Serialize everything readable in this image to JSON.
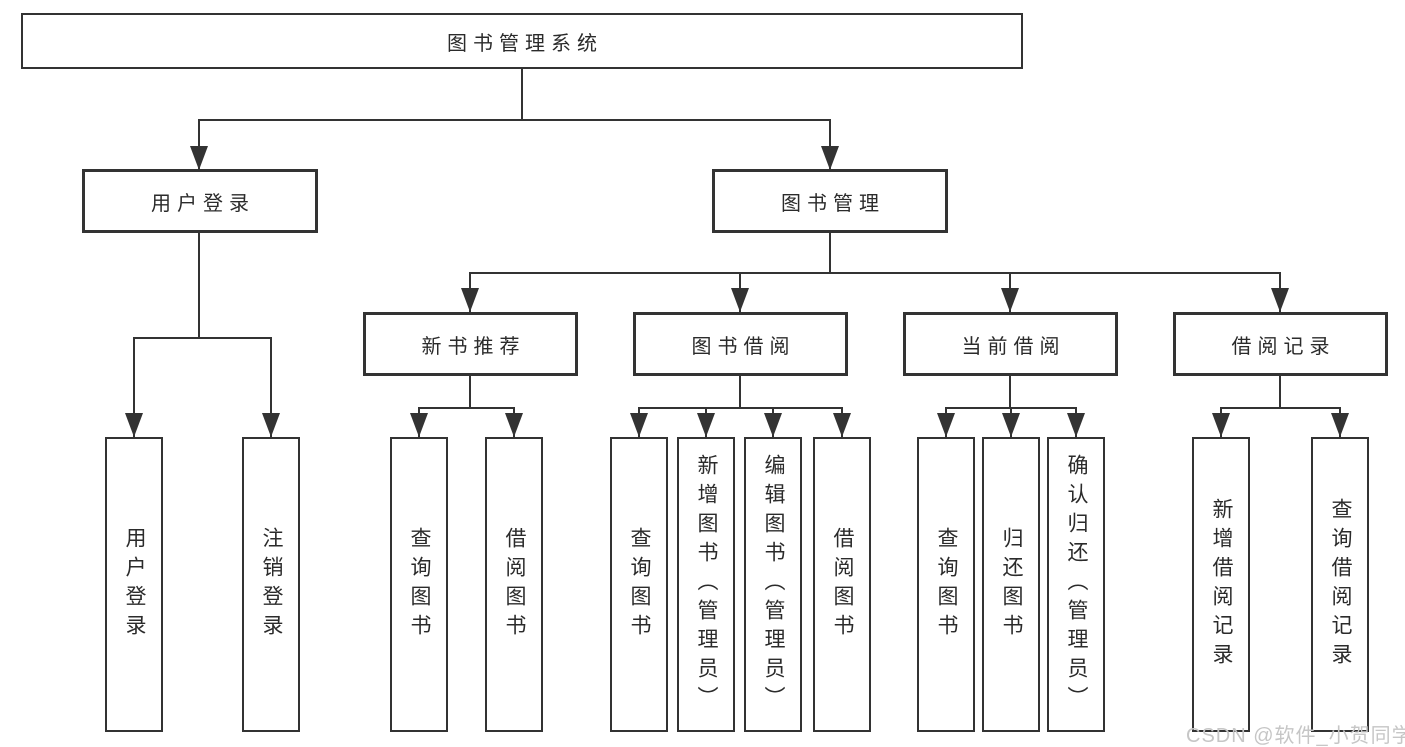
{
  "diagram_type": "hierarchy-tree",
  "colors": {
    "line": "#333333",
    "text": "#2b2b2b",
    "background": "#ffffff",
    "watermark": "#c6c6c6"
  },
  "watermark": {
    "text": "CSDN @软件_小贺同学"
  },
  "nodes": {
    "root": {
      "label": "图书管理系统"
    },
    "level2": {
      "user_login": {
        "label": "用户登录"
      },
      "book_mgmt": {
        "label": "图书管理"
      }
    },
    "level3": {
      "new_book_rec": {
        "label": "新书推荐"
      },
      "book_borrow": {
        "label": "图书借阅"
      },
      "current_borrow": {
        "label": "当前借阅"
      },
      "borrow_record": {
        "label": "借阅记录"
      }
    },
    "leaves": {
      "user_login_v": {
        "label": "用户登录"
      },
      "logout_v": {
        "label": "注销登录"
      },
      "query_book_1": {
        "label": "查询图书"
      },
      "borrow_book_1": {
        "label": "借阅图书"
      },
      "query_book_2": {
        "label": "查询图书"
      },
      "add_book_admin": {
        "label": "新增图书（管理员）"
      },
      "edit_book_admin": {
        "label": "编辑图书（管理员）"
      },
      "borrow_book_2": {
        "label": "借阅图书"
      },
      "query_book_3": {
        "label": "查询图书"
      },
      "return_book": {
        "label": "归还图书"
      },
      "confirm_return_admin": {
        "label": "确认归还（管理员）"
      },
      "add_borrow_record": {
        "label": "新增借阅记录"
      },
      "query_borrow_record": {
        "label": "查询借阅记录"
      }
    }
  },
  "hierarchy": {
    "图书管理系统": [
      "用户登录",
      "图书管理"
    ],
    "用户登录": [
      "用户登录",
      "注销登录"
    ],
    "图书管理": [
      "新书推荐",
      "图书借阅",
      "当前借阅",
      "借阅记录"
    ],
    "新书推荐": [
      "查询图书",
      "借阅图书"
    ],
    "图书借阅": [
      "查询图书",
      "新增图书（管理员）",
      "编辑图书（管理员）",
      "借阅图书"
    ],
    "当前借阅": [
      "查询图书",
      "归还图书",
      "确认归还（管理员）"
    ],
    "借阅记录": [
      "新增借阅记录",
      "查询借阅记录"
    ]
  }
}
